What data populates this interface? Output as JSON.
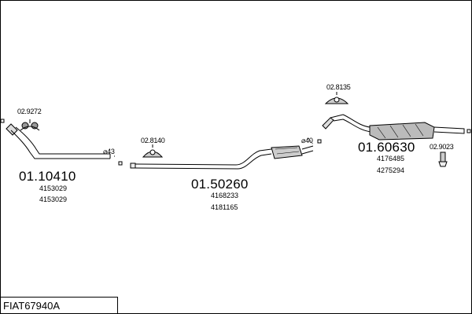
{
  "vehicle_code": "FIAT67940A",
  "parts": {
    "front_pipe": {
      "number": "01.10410",
      "oem": [
        "4153029",
        "4153029"
      ]
    },
    "front_mount": {
      "number": "02.9272"
    },
    "middle_pipe": {
      "number": "01.50260",
      "oem": [
        "4168233",
        "4181165"
      ],
      "diameter": "⌀43"
    },
    "middle_mount": {
      "number": "02.8140"
    },
    "rear_silencer": {
      "number": "01.60630",
      "oem": [
        "4176485",
        "4275294"
      ],
      "diameter": "⌀40"
    },
    "rear_mount": {
      "number": "02.8135"
    },
    "tail_clamp": {
      "number": "02.9023"
    }
  }
}
